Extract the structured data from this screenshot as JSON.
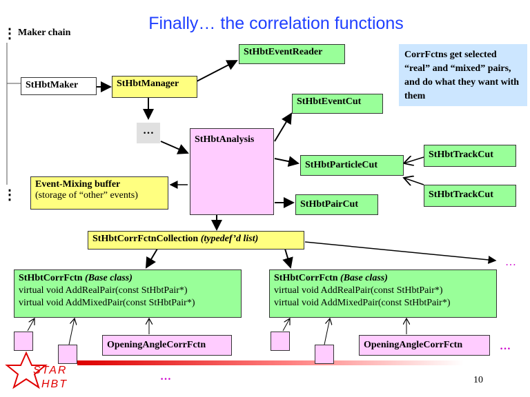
{
  "title": "Finally… the correlation functions",
  "maker_chain": "Maker chain",
  "vdots": "⋮",
  "ellipsis": "…",
  "note": "CorrFctns get selected “real” and “mixed” pairs, and do what they want with them",
  "boxes": {
    "maker": "StHbtMaker",
    "manager": "StHbtManager",
    "event_reader": "StHbtEventReader",
    "event_cut": "StHbtEventCut",
    "analysis": "StHbtAnalysis",
    "particle_cut": "StHbtParticleCut",
    "track_cut_1": "StHbtTrackCut",
    "track_cut_2": "StHbtTrackCut",
    "pair_cut": "StHbtPairCut",
    "mixing_title": "Event-Mixing buffer",
    "mixing_sub": "(storage of “other” events)",
    "collection_name": "StHbtCorrFctnCollection",
    "collection_italic": "(typedef’d list)"
  },
  "corr_fctn": {
    "name": "StHbtCorrFctn",
    "base": "(Base class)",
    "line1": "virtual void AddRealPair(const StHbtPair*)",
    "line2": "virtual void AddMixedPair(const StHbtPair*)"
  },
  "opening_angle": "OpeningAngleCorrFctn",
  "logo_line1": "STAR",
  "logo_line2": "HBT",
  "page_number": "10",
  "colors": {
    "title": "#1f3fff",
    "green": "#99ff99",
    "yellow": "#ffff80",
    "pink": "#ffccff",
    "note": "#cce6ff",
    "ellipsis": "#cc00cc",
    "logo": "#e00000"
  }
}
